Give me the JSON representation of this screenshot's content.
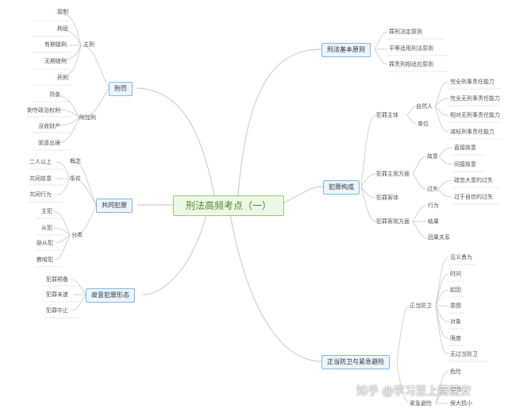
{
  "center": "刑法高频考点（一）",
  "left": {
    "penalty": {
      "label": "刑罚",
      "main_label": "主刑",
      "main": [
        "管制",
        "拘役",
        "有期徒刑",
        "无期徒刑",
        "死刑"
      ],
      "extra_label": "附加刑",
      "extra": [
        "罚金",
        "剥夺政治权利",
        "没收财产",
        "驱逐出境"
      ]
    },
    "joint": {
      "label": "共同犯罪",
      "concept_label": "概念",
      "cond_label": "条件",
      "cond": [
        "二人以上",
        "共同故意",
        "共同行为"
      ],
      "class_label": "分类",
      "classes": [
        "主犯",
        "从犯",
        "胁从犯",
        "教唆犯"
      ]
    },
    "forms": {
      "label": "故意犯罪形态",
      "items": [
        "犯罪预备",
        "犯罪未遂",
        "犯罪中止"
      ]
    }
  },
  "right": {
    "principles": {
      "label": "刑法基本原则",
      "items": [
        "罪刑法定原则",
        "平等适用刑法原则",
        "罪责刑相适应原则"
      ]
    },
    "composition": {
      "label": "犯罪构成",
      "subject": "犯罪主体",
      "natural": "自然人",
      "unit": "单位",
      "capacity": [
        "完全刑事责任能力",
        "完全无刑事责任能力",
        "相对无刑事责任能力",
        "减轻刑事责任能力"
      ],
      "subjective": "犯罪主观方面",
      "intent": "故意",
      "intent_items": [
        "直接故意",
        "间接故意"
      ],
      "negligence": "过失",
      "negligence_items": [
        "疏忽大意的过失",
        "过于自信的过失"
      ],
      "object": "犯罪客体",
      "objective": "犯罪客观方面",
      "objective_items": [
        "行为",
        "结果",
        "因果关系"
      ]
    },
    "defense": {
      "label": "正当防卫与紧急避险",
      "self_defense": "正当防卫",
      "sd_items": [
        "见义勇为",
        "时间",
        "起因",
        "意图",
        "对象",
        "限度",
        "无过当防卫"
      ],
      "necessity": "紧急避险",
      "nec_items": [
        "危险",
        "避险",
        "保大损小"
      ]
    }
  },
  "watermark": "知乎 @学习至上薇薇安"
}
